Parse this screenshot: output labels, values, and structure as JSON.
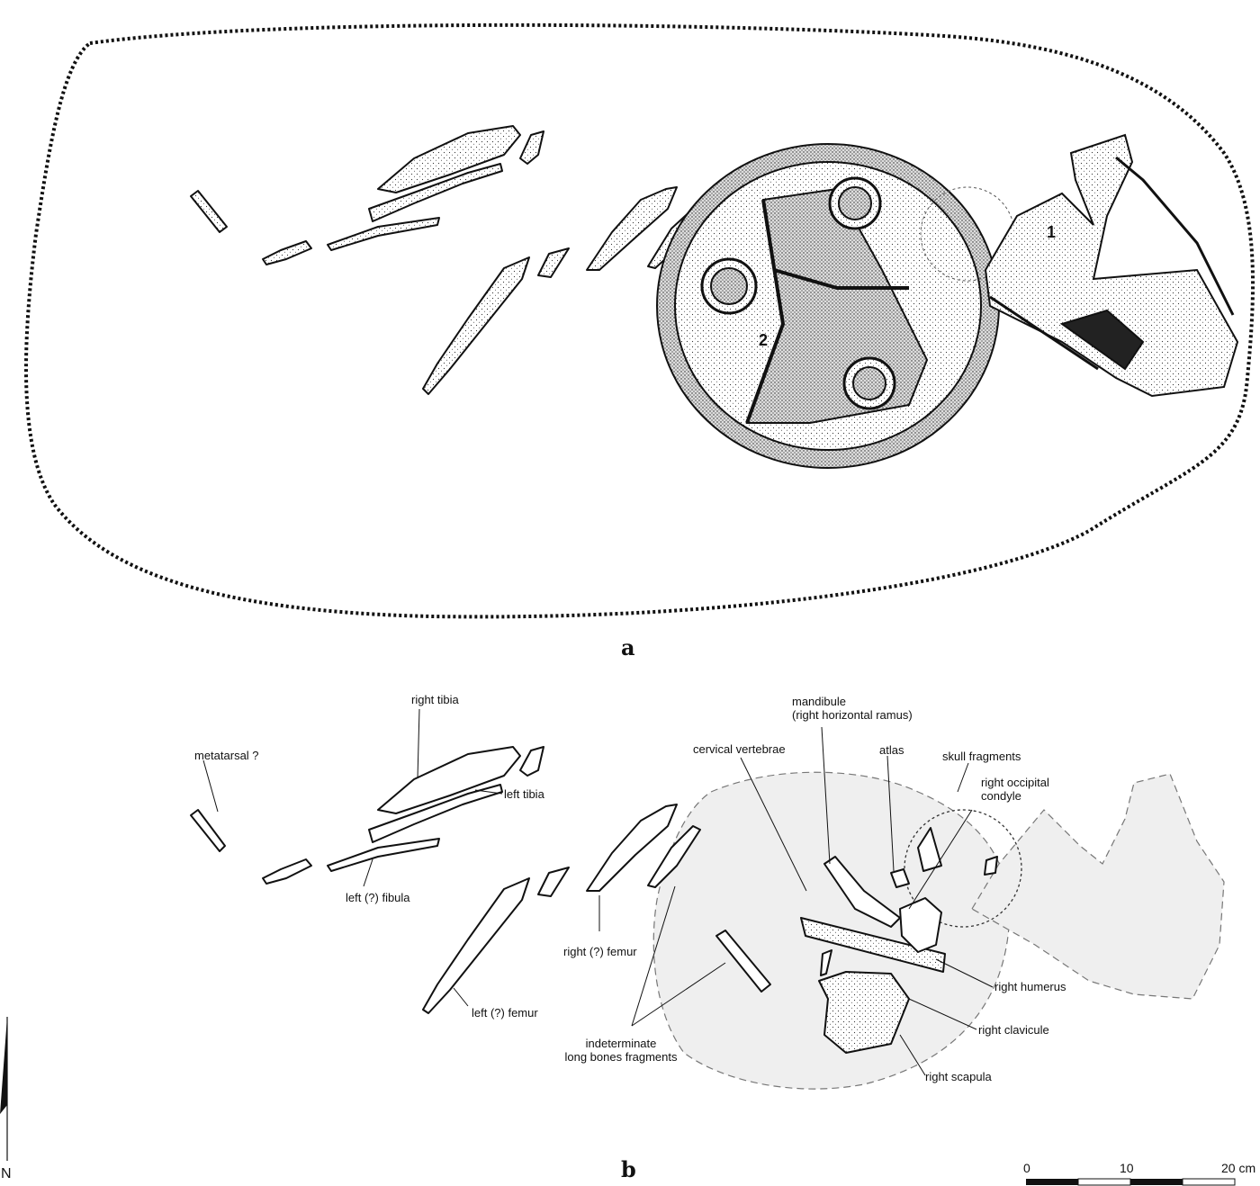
{
  "figure": {
    "panel_a": {
      "letter": "a",
      "object_labels": [
        "1",
        "2"
      ]
    },
    "panel_b": {
      "letter": "b",
      "labels": {
        "metatarsal": "metatarsal ?",
        "right_tibia": "right tibia",
        "left_tibia": "left tibia",
        "left_fibula": "left (?) fibula",
        "left_femur": "left (?) femur",
        "right_femur": "right (?) femur",
        "indeterminate_1": "indeterminate",
        "indeterminate_2": "long bones fragments",
        "cervical_vertebrae": "cervical vertebrae",
        "mandibule_1": "mandibule",
        "mandibule_2": "(right horizontal ramus)",
        "atlas": "atlas",
        "skull_fragments": "skull fragments",
        "occipital_1": "right occipital",
        "occipital_2": "condyle",
        "right_humerus": "right humerus",
        "right_clavicule": "right clavicule",
        "right_scapula": "right scapula"
      }
    },
    "scale_bar": {
      "ticks": [
        "0",
        "10",
        "20 cm"
      ]
    },
    "north_arrow": {
      "label": "N"
    },
    "colors": {
      "ink": "#111111",
      "shade": "#efefef",
      "dashed_outline": "#777777"
    }
  }
}
